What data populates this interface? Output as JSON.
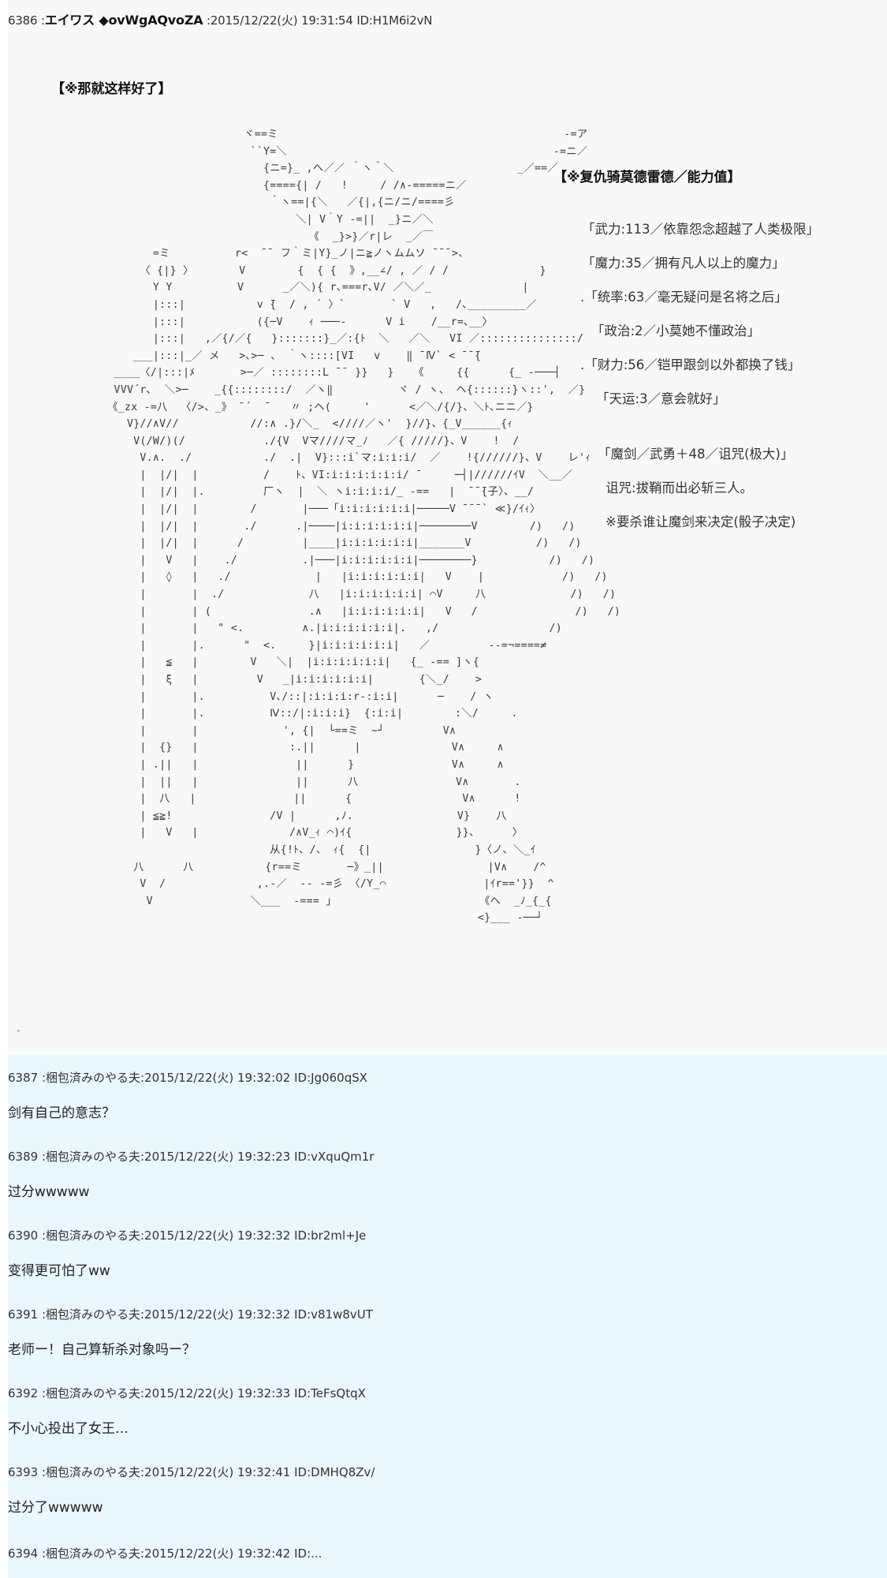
{
  "main_post": {
    "number": "6386",
    "name": "エイワス ◆ovWgAQvoZA",
    "date": "2015/12/22(火) 19:31:54",
    "id": "ID:H1M6i2vN",
    "header_full": "6386 :エイワス ◆ovWgAQvoZA :2015/12/22(火) 19:31:54 ID:H1M6i2vN",
    "section_title": "【※那就这样好了】",
    "stat_title": "【※复仇骑莫德雷德／能力值】",
    "stats": [
      "「武力:113／依靠怨念超越了人类极限」",
      "「魔力:35／拥有凡人以上的魔力」",
      ".「统率:63／毫无疑问是名将之后」",
      "「政治:2／小莫她不懂政治」",
      ".「财力:56／铠甲跟剑以外都换了钱」",
      "「天运:3／意会就好」"
    ],
    "skills": [
      "「魔剑／武勇＋48／诅咒(极大)」",
      "诅咒:拔鞘而出必斩三人。",
      "※要杀谁让魔剑来决定(骰子决定)"
    ],
    "ascii_art": [
      "                      ヾ==ミ                                            -=ア",
      "                       ``Y=＼                                         -=ニ／",
      "                         {ニ=}_ ,へ／／ ｀ヽ＾＼                   _／==／",
      "                         {===={| /   !     / /∧-=====ニ／",
      "                          ｀ヽ==|{＼   ／{|,{ニ/ニ/====彡",
      "                              ＼| V｀Y -=||  _}ニ／＼",
      "                                《  _}>}／r|レ  _／￣",
      "        =ミ          r<  ̄ ̄  フ｀ミ|Y}_ノ|ニ≧ノヽムムソ ̄ ̄ ̄ >、",
      "      〈 {|} 〉       V        {  { {  》,__∠/ , ／ / /              }",
      "        Y Y          V      _／＼){ r､===r､V/ ／＼／_              |",
      "        |:::|           v ̄{  / , ´ 〉`       ` V   ,   /､_________／",
      "        |:::|           ({─V    ｨ ───-      V i    /__r=､__〉",
      "        |:::|   ,／{/／{   }:::::::}_／:{ﾄ  ＼   ／＼   VI ／:::::::::::::::/",
      "     ___|:::|_／ メ   >､>─ 、 ｀ヽ::::[VI   v    ‖ ̄ ̄Ⅳ` < ̄ ̄ ̄{",
      "  ____〈/|:::|ﾒ       >─／ ::::::::L ̄ ̄  }}   }   《     {{      {_ -───┤",
      "  VVV´r､  ＼>─    _{{::::::::/  ／ヽ‖          ヾ / ヽ、 ヘ{::::::}ヽ::',  ／}",
      " 《_zx -=八  〈/>、_》 ̄ ´  ̄    〃 ;ヘ(     '      <／＼/{/}、＼ﾄ､ニニ／}",
      "    V}//∧V//           //:∧ .}/＼_  <////／ヽ'  }//}、{_V______{ｨ",
      "     V(/W/)(/            ./{V  Vマ////マ_ﾉ   ／{ /////}、V    !  /",
      "      V.∧.  ./           ./  .|  V}:::i`マ:i:i:i/  ／    !{//////}、V    レ'ｨ",
      "      |  |/|  |          /    ﾄ、VI:i:i:i:i:i:i/ ̄      ─┤|//////ｲV  ＼__／",
      "      |  |/|  |.         厂ヽ  |  ＼ ヽi:i:i:i/_ -==   |  ̄ ̄ ̄{子〉、__/",
      "      |  |/|  |        /       |───「i:i:i:i:i:i|─────V ̄ ̄ ̄ ` ≪}/ｲｨ〉",
      "      |  |/|  |       ./      .|────|i:i:i:i:i:i|────────V        /)   /)",
      "      |  |/|  |      /         |____|i:i:i:i:i:i|_______V          /)   /)",
      "      |   V   |    ./          .|───|i:i:i:i:i:i|────────}           /)   /)",
      "      |   ◊   |   ./             |   |i:i:i:i:i:i|   V    |            /)   /)",
      "      |       |  ./             八   |i:i:i:i:i:i| ⌒V     八             /)   /)",
      "      |       | (               .∧   |i:i:i:i:i:i|   V   /               /)   /)",
      "      |       |   \" <.         ∧.|i:i:i:i:i:i|.   ,/                 /)",
      "      |       |.      \"  <.     }|i:i:i:i:i:i|   ／         --=¬====≠",
      "      |   ≦   |        V   ＼|  |i:i:i:i:i:i|   {_ -== ]ヽ{",
      "      |   ξ   |         V   _|i:i:i:i:i:i|       {＼_/    >",
      "      |       |.          V､/::|:i:i:i:r-:i:i|      ─    / ヽ",
      "      |       |.          Ⅳ::/|:i:i:i}  {:i:i|        :＼/     .",
      "      |       |             ', {|  └==ミ  ~┘         V∧",
      "      |  {}   |              :.||      |              V∧     ∧",
      "      | .||   |               ||      }               V∧     ∧",
      "      |  ||   |               ||      八               V∧       .",
      "      |  八   |               ||      {                 V∧      !",
      "      | ≦≧!               /V |      ,ﾉ.                V}    八",
      "      |   V   |              /∧V_ｨ ⌒)ｲ{                }}、     〉",
      "                          从{!ﾄ、/、 ｨ{  {|                }〈ノ、＼_ｲ",
      "     八      八           {r==ミ       ─》_||                |V∧    /^",
      "      V  /              ,.-／  -- -=彡 〈/Y_⌒               |ｲr=='}}  ^",
      "       V               ＼___  -=== 」                      《へ  _ﾉ_{_{",
      "                                                          <}___ -──┘"
    ]
  },
  "replies": [
    {
      "number": "6387",
      "header": "6387 :梱包済みのやる夫:2015/12/22(火) 19:32:02 ID:Jg060qSX",
      "body": "剑有自己的意志？"
    },
    {
      "number": "6389",
      "header": "6389 :梱包済みのやる夫:2015/12/22(火) 19:32:23 ID:vXquQm1r",
      "body": "过分wwwww"
    },
    {
      "number": "6390",
      "header": "6390 :梱包済みのやる夫:2015/12/22(火) 19:32:32 ID:br2ml+Je",
      "body": "变得更可怕了ww"
    },
    {
      "number": "6391",
      "header": "6391 :梱包済みのやる夫:2015/12/22(火) 19:32:32 ID:v81w8vUT",
      "body": "老师ー！自己算斩杀对象吗ー？"
    },
    {
      "number": "6392",
      "header": "6392 :梱包済みのやる夫:2015/12/22(火) 19:32:33 ID:TeFsQtqX",
      "body": "不小心投出了女王…"
    },
    {
      "number": "6393",
      "header": "6393 :梱包済みのやる夫:2015/12/22(火) 19:32:41 ID:DMHQ8Zv/",
      "body": "过分了wwwww"
    },
    {
      "number": "6394",
      "header": "6394 :梱包済みのやる夫:2015/12/22(火) 19:32:42 ID:..."
    }
  ],
  "colors": {
    "main_post_bg": "#f8f8f8",
    "replies_bg": "#eaf7fd",
    "page_bg": "#ffffff",
    "text": "#222222"
  }
}
